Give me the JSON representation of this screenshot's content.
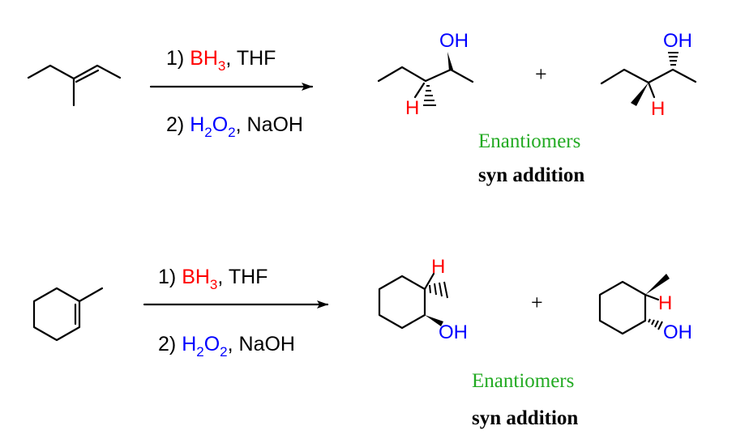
{
  "colors": {
    "red": "#ff0000",
    "blue": "#0000ff",
    "green": "#22aa22",
    "black": "#000000"
  },
  "reactions": [
    {
      "step1": {
        "prefix": "1) ",
        "reagent": "BH",
        "subscript": "3",
        "suffix": ", THF"
      },
      "step2": {
        "prefix": "2) ",
        "h": "H",
        "sub1": "2",
        "o": "O",
        "sub2": "2",
        "suffix": ", NaOH"
      },
      "products": [
        {
          "oh": "OH",
          "h": "H"
        },
        {
          "oh": "OH",
          "h": "H"
        }
      ],
      "plus": "+",
      "relationship": "Enantiomers",
      "stereo": "syn addition"
    },
    {
      "step1": {
        "prefix": "1) ",
        "reagent": "BH",
        "subscript": "3",
        "suffix": ", THF"
      },
      "step2": {
        "prefix": "2) ",
        "h": "H",
        "sub1": "2",
        "o": "O",
        "sub2": "2",
        "suffix": ", NaOH"
      },
      "products": [
        {
          "oh": "OH",
          "h": "H"
        },
        {
          "oh": "OH",
          "h": "H"
        }
      ],
      "plus": "+",
      "relationship": "Enantiomers",
      "stereo": "syn addition"
    }
  ]
}
